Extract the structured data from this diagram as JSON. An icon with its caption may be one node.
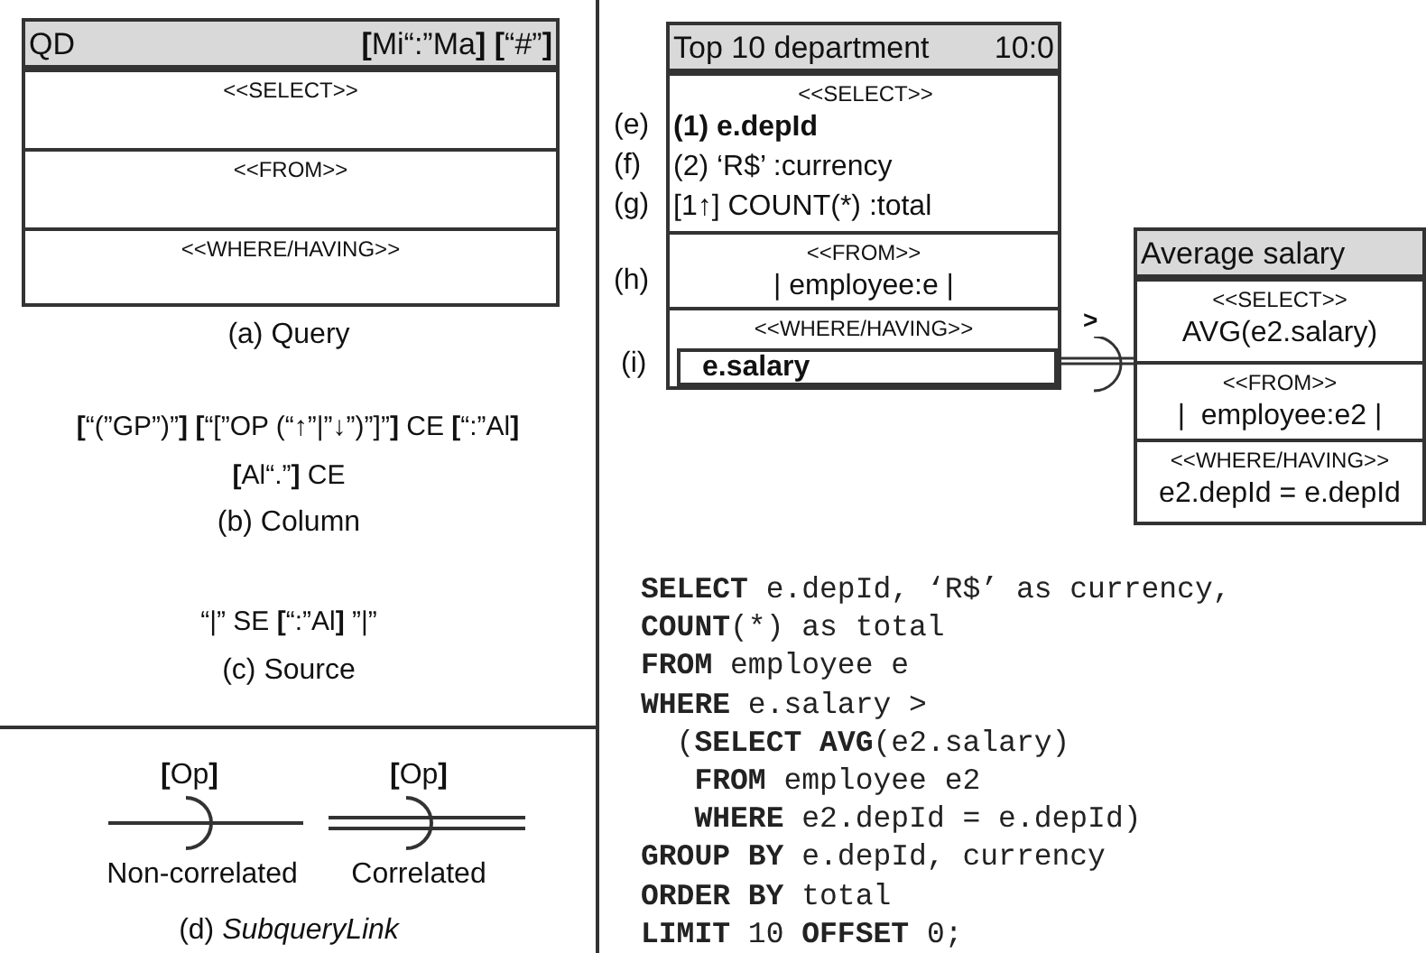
{
  "diagram": {
    "nodes": [
      {
        "text": [
          "QD",
          "**[**Mi“:”Ma**]** **[**“#”**]**"
        ]
      },
      {
        "text": [
          "<<SELECT>>"
        ],
        "in": 0
      },
      {
        "text": [
          "<<FROM>>"
        ],
        "in": 0
      },
      {
        "text": [
          "<<WHERE/HAVING>>"
        ],
        "in": 0
      },
      {
        "text": [
          "Top 10 department",
          "10:0"
        ]
      },
      {
        "text": [
          "<<SELECT>>",
          "(1) e.depId",
          "(2) ‘R$’ :currency",
          "[1↑] COUNT(*) :total"
        ],
        "in": 4
      },
      {
        "text": [
          "<<FROM>>",
          "| employee:e |"
        ],
        "in": 4
      },
      {
        "text": [
          "<<WHERE/HAVING>>"
        ],
        "in": 4
      },
      {
        "text": [
          "e.salary"
        ],
        "in": 7
      },
      {
        "text": [
          "Average salary"
        ]
      },
      {
        "text": [
          "<<SELECT>>",
          "AVG(e2.salary)"
        ],
        "in": 9
      },
      {
        "text": [
          "<<FROM>>",
          "|  employee:e2 |"
        ],
        "in": 9
      },
      {
        "text": [
          "<<WHERE/HAVING>>",
          "e2.depId = e.depId"
        ],
        "in": 9
      }
    ],
    "edges": [
      {
        "from": 8,
        "to": 9,
        "arrow": "other",
        "label": ">"
      }
    ],
    "labels": [
      "(a) Query",
      "**[**“(”GP”)”**]** **[**“[”OP (“↑”|”↓”)”]”**]** CE **[**“:”Al**]**",
      "**[**Al“.”**]** CE",
      "(b) Column",
      "“|” SE **[**“:”Al**]** ”|”",
      "(c) Source",
      "(e)",
      "(f)",
      "(g)",
      "(h)",
      "(i)",
      "**[**Op**]**",
      "**[**Op**]**",
      "Non-correlated",
      "Correlated",
      "(d) *SubqueryLink*",
      "**SELECT** e.depId, ‘R$’ as currency,",
      "**COUNT**(*) as total",
      "**FROM** employee e",
      "**WHERE** e.salary >",
      "  (**SELECT** **AVG**(e2.salary)",
      "   **FROM** employee e2",
      "   **WHERE** e2.depId = e.depId)",
      "**GROUP BY** e.depId, currency",
      "**ORDER BY** total",
      "**LIMIT** 10 **OFFSET** 0;"
    ]
  }
}
